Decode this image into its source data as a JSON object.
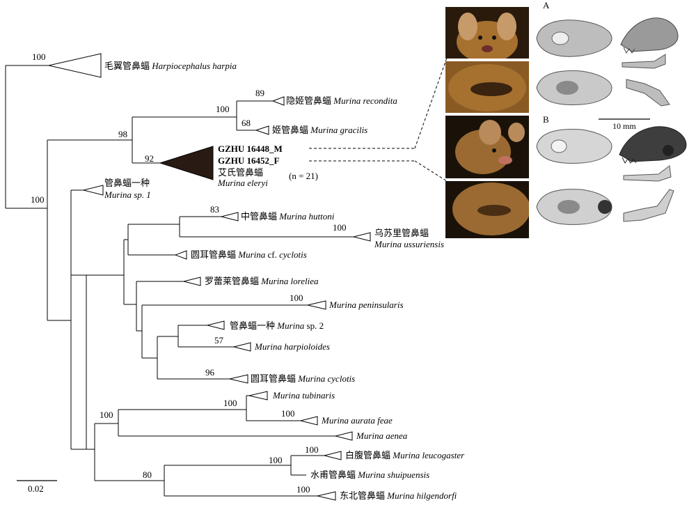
{
  "figure": {
    "scale_bar_label": "0.02",
    "photo_scale_label": "10 mm",
    "panel_a": "A",
    "panel_b": "B"
  },
  "taxa": {
    "harpiocephalus": {
      "cn": "毛翼管鼻蝠",
      "latin": "Harpiocephalus harpia"
    },
    "recondita": {
      "cn": "隐姬管鼻蝠",
      "latin": "Murina recondita"
    },
    "gracilis": {
      "cn": "姬管鼻蝠",
      "latin": "Murina gracilis"
    },
    "eleryi": {
      "specimen_m": "GZHU 16448_M",
      "specimen_f": "GZHU 16452_F",
      "cn": "艾氏管鼻蝠",
      "latin": "Murina eleryi",
      "n_label": "(n = 21)"
    },
    "sp1": {
      "cn": "管鼻蝠一种",
      "latin": "Murina sp. 1"
    },
    "huttoni": {
      "cn": "中管鼻蝠",
      "latin": "Murina huttoni"
    },
    "ussuriensis": {
      "cn": "乌苏里管鼻蝠",
      "latin": "Murina ussuriensis"
    },
    "cf_cyclotis": {
      "cn": "圆耳管鼻蝠",
      "latin_a": "Murina",
      "mid": "cf.",
      "latin_b": "cyclotis"
    },
    "loreliea": {
      "cn": "罗蕾莱管鼻蝠",
      "latin": "Murina loreliea"
    },
    "peninsularis": {
      "latin": "Murina peninsularis"
    },
    "sp2": {
      "cn": "管鼻蝠一种",
      "latin": "Murina",
      "suffix": "sp. 2"
    },
    "harpioloides": {
      "latin": "Murina harpioloides"
    },
    "cyclotis": {
      "cn": "圆耳管鼻蝠",
      "latin": "Murina cyclotis"
    },
    "tubinaris": {
      "latin": "Murina tubinaris"
    },
    "aurata": {
      "latin": "Murina aurata feae"
    },
    "aenea": {
      "latin": "Murina aenea"
    },
    "leucogaster": {
      "cn": "白腹管鼻蝠",
      "latin": "Murina leucogaster"
    },
    "shuipuensis": {
      "cn": "水甫管鼻蝠",
      "latin": "Murina shuipuensis"
    },
    "hilgendorfi": {
      "cn": "东北管鼻蝠",
      "latin": "Murina hilgendorfi"
    }
  },
  "bootstrap": {
    "harpiocephalus": "100",
    "recondita": "89",
    "recondita_gracilis": "100",
    "gracilis": "68",
    "gracilis_group": "98",
    "eleryi": "92",
    "murina": "100",
    "huttoni": "83",
    "ussuriensis": "100",
    "peninsularis": "100",
    "harpioloides": "57",
    "cyclotis": "96",
    "tubinaris_group": "100",
    "tubinaris_aurata": "100",
    "aurata": "100",
    "leucogaster": "100",
    "leucogaster_shuipuensis": "100",
    "hilgendorfi_group": "80",
    "hilgendorfi": "100"
  },
  "colors": {
    "line": "#000000",
    "collapsed_clade_fill": "#2a1a14",
    "fur": "#a6702e",
    "fur_dark": "#5a3a15",
    "photo_bg": "#1a1208",
    "skull_light": "#c9c9c9",
    "skull_dark": "#4a4a4a"
  }
}
